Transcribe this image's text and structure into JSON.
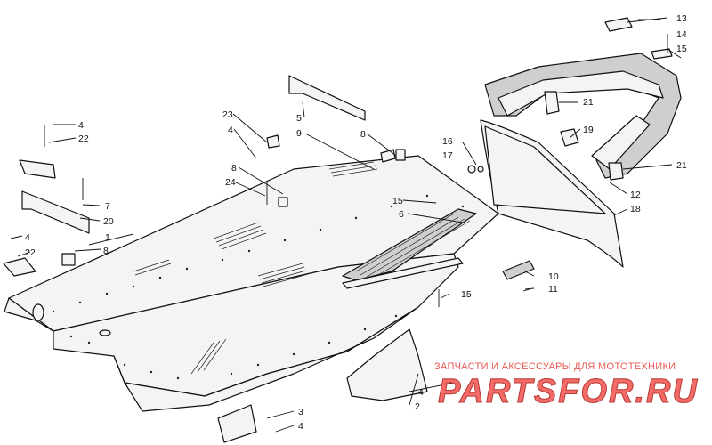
{
  "callouts": [
    "1",
    "2",
    "3",
    "4",
    "5",
    "6",
    "7",
    "8",
    "9",
    "10",
    "11",
    "12",
    "13",
    "14",
    "15",
    "16",
    "17",
    "18",
    "19",
    "20",
    "21",
    "22",
    "23",
    "24"
  ],
  "watermark": {
    "line1": "ЗАПЧАСТИ И АКСЕССУАРЫ ДЛЯ МОТОТЕХНИКИ",
    "line2": "PARTSFOR.RU",
    "color": "#f26b66"
  }
}
